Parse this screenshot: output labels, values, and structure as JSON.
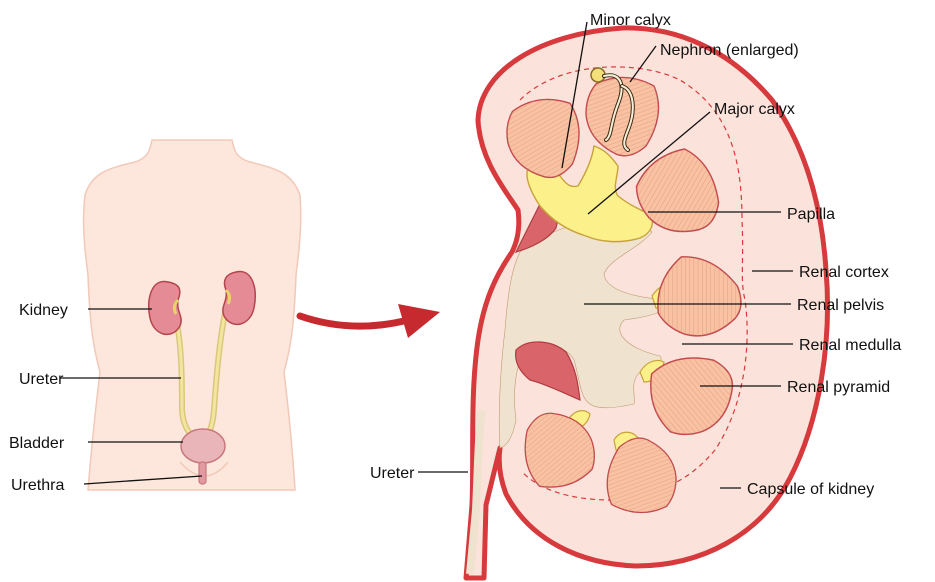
{
  "colors": {
    "skin": "#fde6dc",
    "skin_outline": "#f2c9b8",
    "capsule": "#d63a3d",
    "cortex": "#fbe3db",
    "pelvis": "#efe2cf",
    "calyx": "#fbf08a",
    "pyramid": "#f8c2a3",
    "vessel": "#d9656a",
    "arrow": "#c62a2e"
  },
  "labels": {
    "kidney": "Kidney",
    "ureter_left": "Ureter",
    "bladder": "Bladder",
    "urethra": "Urethra",
    "minor_calyx": "Minor calyx",
    "nephron": "Nephron (enlarged)",
    "major_calyx": "Major calyx",
    "papilla": "Papilla",
    "renal_cortex": "Renal cortex",
    "renal_pelvis": "Renal pelvis",
    "renal_medulla": "Renal medulla",
    "renal_pyramid": "Renal pyramid",
    "ureter_right": "Ureter",
    "capsule": "Capsule of kidney"
  }
}
